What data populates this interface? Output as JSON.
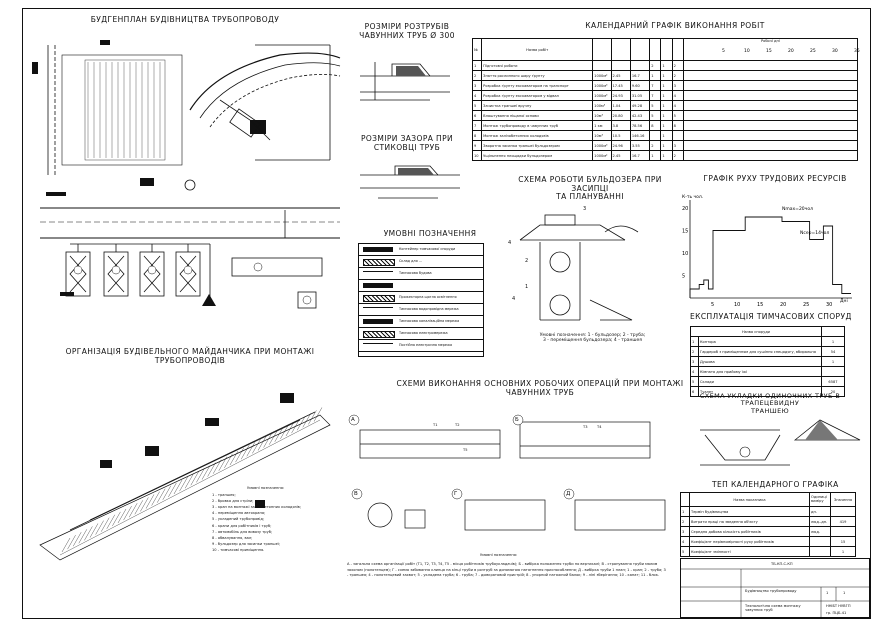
{
  "titles": {
    "site_plan": "БУДГЕНПЛАН БУДІВНИЦТВА ТРУБОПРОВОДУ",
    "socket_dims": "РОЗМІРИ РОЗТРУБІВ\nЧАВУННИХ ТРУБ Ø 300",
    "gap_dims": "РОЗМІРИ ЗАЗОРА ПРИ\nСТИКОВЦІ ТРУБ",
    "calendar": "КАЛЕНДАРНИЙ ГРАФІК ВИКОНАННЯ РОБІТ",
    "legend": "УМОВНІ ПОЗНАЧЕННЯ",
    "bulldozer": "СХЕМА РОБОТИ БУЛЬДОЗЕРА ПРИ ЗАСИПЦІ\nТА ПЛАНУВАННІ",
    "labor_graph": "ГРАФІК РУХУ ТРУДОВИХ РЕСУРСІВ",
    "temp_buildings": "ЕКСПЛУАТАЦІЯ ТИМЧАСОВИХ СПОРУД",
    "site_org": "ОРГАНІЗАЦІЯ БУДІВЕЛЬНОГО МАЙДАНЧИКА ПРИ МОНТАЖІ\nТРУБОПРОВОДІВ",
    "ops_schemes": "СХЕМИ ВИКОНАННЯ ОСНОВНИХ РОБОЧИХ ОПЕРАЦІЙ ПРИ МОНТАЖІ\nЧАВУННИХ ТРУБ",
    "trench_scheme": "СХЕМА УКЛАДКИ ОДИНОЧНИХ ТРУБ В ТРАПЕЦЕВИДНУ\nТРАНШЕЮ",
    "tep": "ТЕП КАЛЕНДАРНОГО ГРАФІКА"
  },
  "bulldozer_caption": "Умовні позначення: 1 - бульдозер; 2 - труба;\n3 - переміщення бульдозера; 4 - траншея",
  "site_legend": {
    "heading": "Умовні позначення:",
    "items": [
      "1 - траншея;",
      "2 - бровка для стріли;",
      "3 - кран на монтажі залізобетонних колодязів;",
      "4 - переміщення автокрана;",
      "5 - укладений трубопровід;",
      "6 - крани для робітників і труб;",
      "7 - автомобіль для вивозу труб;",
      "8 - обвалування, вал;",
      "9 - бульдозер для засипки траншеї;",
      "10 - тимчасові приміщення."
    ]
  },
  "ops_legend_heading": "Умовні позначення:",
  "ops_caption": "А - загальна схема організації робіт (Т1, Т2, Т3, Т4, Т5 - місця робітників трубоукладачів); Б - вибірка положення труби по вертикалі; В - стропування труби малим захопом (полотенцем); Г - схема забивання клинця на кінці труби в розтруб за допомогою натягнення приспособлення; Д - вибірка труби 1 план; 1 - кран; 2 - труба; 3 - траншея; 4 - полотенцевий захват; 5 - укладена труба; 6 - труба; 7 - домкратовий пристрій; 8 - упорний натяжний балок; 9 - ліні зберігання; 10 - канат; 11 - блок.",
  "ops_labels": [
    "А",
    "Б",
    "В",
    "Г",
    "Д"
  ],
  "ops_marks": [
    "T1",
    "T2",
    "T3",
    "T4",
    "T5"
  ],
  "calendar": {
    "col_no": "№",
    "col_name": "Назва робіт",
    "workdays_label": "Робочі дні",
    "day_ticks": [
      "5",
      "10",
      "15",
      "20",
      "25",
      "30",
      "35"
    ],
    "rows": [
      {
        "no": "1",
        "name": "Підготовчі роботи",
        "unit": "",
        "qty": "",
        "norm": "",
        "days": "2",
        "people": "1",
        "shift": "2"
      },
      {
        "no": "2",
        "name": "Знаття рослинного шару ґрунту",
        "unit": "1000м²",
        "qty": "2.45",
        "norm": "16.7",
        "days": "1",
        "people": "1",
        "shift": "2"
      },
      {
        "no": "3",
        "name": "Розробка ґрунту екскаватором на транспорт",
        "unit": "1000м³",
        "qty": "17.45",
        "norm": "9.60",
        "days": "7",
        "people": "1",
        "shift": "3"
      },
      {
        "no": "4",
        "name": "Розробка ґрунту екскаватором у відвал",
        "unit": "1000м³",
        "qty": "24.93",
        "norm": "31.05",
        "days": "7",
        "people": "1",
        "shift": "4"
      },
      {
        "no": "5",
        "name": "Зачистка траншеї вручну",
        "unit": "100м³",
        "qty": "1.04",
        "norm": "49.28",
        "days": "5",
        "people": "1",
        "shift": "4"
      },
      {
        "no": "6",
        "name": "Влаштування піщаної основи",
        "unit": "10м³",
        "qty": "20.80",
        "norm": "42.43",
        "days": "5",
        "people": "1",
        "shift": "5"
      },
      {
        "no": "7",
        "name": "Монтаж трубопроводу в чавунних труб",
        "unit": "1 км",
        "qty": "3.8",
        "norm": "78.56",
        "days": "8",
        "people": "1",
        "shift": "8"
      },
      {
        "no": "8",
        "name": "Монтаж залізобетонних колодязів",
        "unit": "10м³",
        "qty": "10.5",
        "norm": "146.16",
        "days": "",
        "people": "1",
        "shift": ""
      },
      {
        "no": "9",
        "name": "Зворотна засипка траншеї бульдозером",
        "unit": "1000м³",
        "qty": "24.96",
        "norm": "3.55",
        "days": "2",
        "people": "1",
        "shift": "3"
      },
      {
        "no": "10",
        "name": "Ущільнення площадки бульдозером",
        "unit": "1000м²",
        "qty": "2.45",
        "norm": "16.7",
        "days": "1",
        "people": "1",
        "shift": "2"
      }
    ]
  },
  "labor_chart": {
    "y_axis_label": "К-ть чол.",
    "y_ticks": [
      "5",
      "10",
      "15",
      "20"
    ],
    "x_ticks": [
      "5",
      "10",
      "15",
      "20",
      "25",
      "30"
    ],
    "x_axis_label": "Дні",
    "annotation_max": "Nmax=20чол",
    "annotation_avg": "Nсер=14чол",
    "steps": [
      [
        0,
        2
      ],
      [
        2,
        3
      ],
      [
        3,
        4
      ],
      [
        4,
        2
      ],
      [
        5,
        15
      ],
      [
        12,
        18
      ],
      [
        20,
        17
      ],
      [
        26,
        13
      ],
      [
        29,
        16
      ],
      [
        31,
        3
      ],
      [
        33,
        1
      ]
    ]
  },
  "temp_buildings": {
    "header": "Назва споруди",
    "rows": [
      {
        "no": "1",
        "name": "Контора",
        "value": "1"
      },
      {
        "no": "2",
        "name": "Гардероб з приміщенням для сушіння спецодягу, вбиральня",
        "value": "54"
      },
      {
        "no": "3",
        "name": "Душова",
        "value": "1"
      },
      {
        "no": "4",
        "name": "Кімната для прийому їжі",
        "value": ""
      },
      {
        "no": "5",
        "name": "Склади",
        "value": "6587"
      },
      {
        "no": "6",
        "name": "Туалет",
        "value": "20"
      }
    ]
  },
  "tep": {
    "col_name": "Назва показника",
    "col_unit": "Одиниці виміру",
    "col_value": "Значення",
    "rows": [
      {
        "no": "1",
        "name": "Термін будівництва",
        "unit": "дн.",
        "value": ""
      },
      {
        "no": "2",
        "name": "Витрати праці на зведення об'єкту",
        "unit": "люд.-дн.",
        "value": "419"
      },
      {
        "no": "3",
        "name": "Середня добова кількість робітників",
        "unit": "люд.",
        "value": ""
      },
      {
        "no": "4",
        "name": "Коефіцієнт нерівномірності руху робітників",
        "unit": "",
        "value": "15"
      },
      {
        "no": "5",
        "name": "Коефіцієнт змінності",
        "unit": "",
        "value": "1"
      }
    ]
  },
  "stamp": {
    "code": "ТБ-КП-С-КП",
    "row1": "Будівництво трубопроводу",
    "row2": "Технологічна схема монтажу чавунних труб",
    "sheet_a": "1",
    "sheet_b": "1",
    "org": "ННІБТ НУВГП",
    "group": "гр. ПЦБ-41"
  },
  "site_plan_labels": [
    "1",
    "2",
    "3",
    "4",
    "5",
    "6",
    "7"
  ],
  "legend_rows": [
    "Контейнер тимчасової споруди",
    "Склад для ...",
    "Тимчасова будова",
    "",
    "Прожекторна щогла освітлення",
    "Тимчасова водопровідна мережа",
    "Тимчасова каналізаційна мережа",
    "Тимчасова електромережа",
    "Постійна електрична мережа"
  ]
}
